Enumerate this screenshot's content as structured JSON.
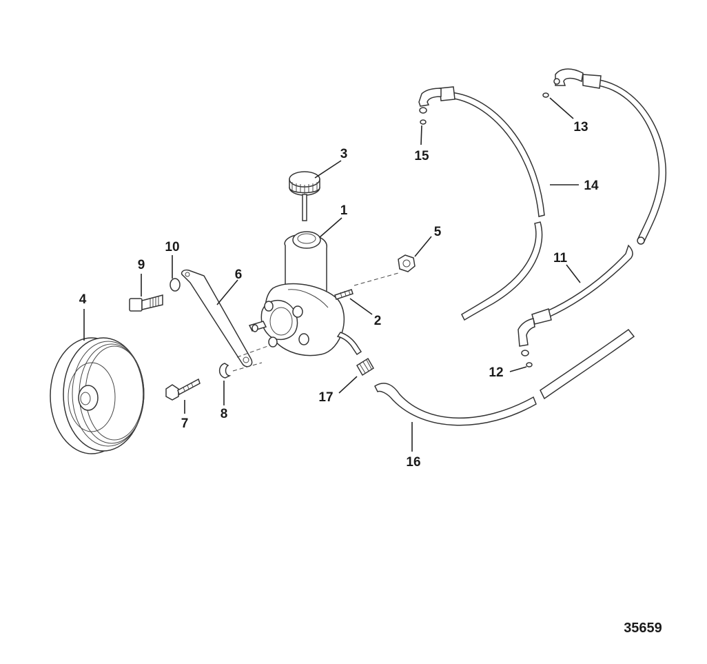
{
  "figure_number": "35659",
  "callouts": {
    "c1": "1",
    "c2": "2",
    "c3": "3",
    "c4": "4",
    "c5": "5",
    "c6": "6",
    "c7": "7",
    "c8": "8",
    "c9": "9",
    "c10": "10",
    "c11": "11",
    "c12": "12",
    "c13": "13",
    "c14": "14",
    "c15": "15",
    "c16": "16",
    "c17": "17"
  }
}
